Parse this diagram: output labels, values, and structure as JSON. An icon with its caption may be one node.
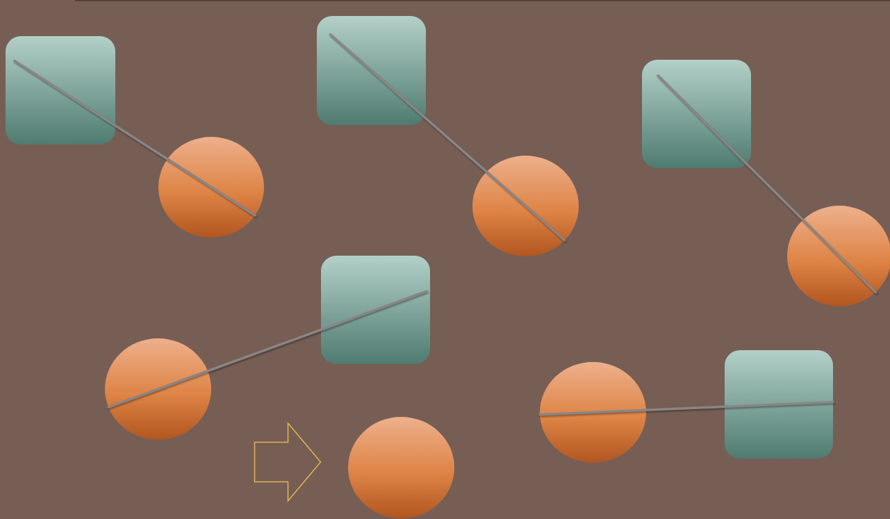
{
  "diagram": {
    "nodes": [
      {
        "text": [],
        "shape": "box"
      },
      {
        "text": [],
        "shape": "circle"
      },
      {
        "text": [],
        "shape": "box"
      },
      {
        "text": [],
        "shape": "circle"
      },
      {
        "text": [],
        "shape": "box"
      },
      {
        "text": [],
        "shape": "circle"
      },
      {
        "text": [],
        "shape": "box"
      },
      {
        "text": [],
        "shape": "circle"
      },
      {
        "text": [],
        "shape": "circle"
      },
      {
        "text": [],
        "shape": "box"
      },
      {
        "text": [],
        "shape": "circle"
      }
    ],
    "edges": [
      {
        "from": 0,
        "to": 1,
        "arrow": "none"
      },
      {
        "from": 2,
        "to": 3,
        "arrow": "none"
      },
      {
        "from": 4,
        "to": 5,
        "arrow": "none"
      },
      {
        "from": 7,
        "to": 6,
        "arrow": "none"
      },
      {
        "from": 8,
        "to": 9,
        "arrow": "none"
      }
    ]
  }
}
